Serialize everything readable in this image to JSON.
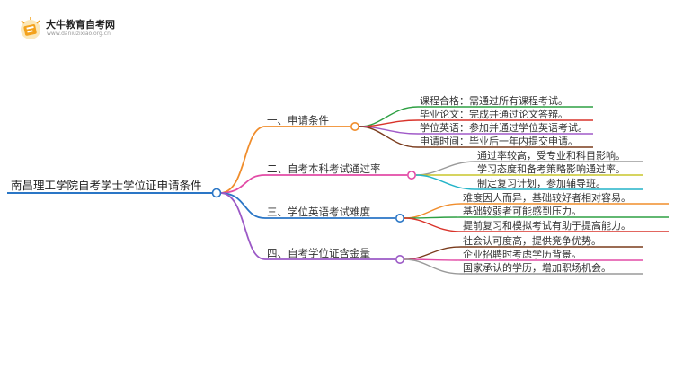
{
  "logo": {
    "title": "大牛教育自考网",
    "url": "www.daniuzixiao.org.cn"
  },
  "root": {
    "label": "南昌理工学院自考学士学位证申请条件"
  },
  "branches": [
    {
      "label": "一、申请条件",
      "color": "#f08d2c",
      "children": [
        {
          "text": "课程合格：需通过所有课程考试。",
          "color": "#2ea043"
        },
        {
          "text": "毕业论文：完成并通过论文答辩。",
          "color": "#d9342b"
        },
        {
          "text": "学位英语：参加并通过学位英语考试。",
          "color": "#a05ac8"
        },
        {
          "text": "申请时间：毕业后一年内提交申请。",
          "color": "#7a3b1c"
        }
      ]
    },
    {
      "label": "二、自考本科考试通过率",
      "color": "#e24ba6",
      "children": [
        {
          "text": "通过率较高，受专业和科目影响。",
          "color": "#9a9a9a"
        },
        {
          "text": "学习态度和备考策略影响通过率。",
          "color": "#c8c62c"
        },
        {
          "text": "制定复习计划，参加辅导班。",
          "color": "#24b4c8"
        }
      ]
    },
    {
      "label": "三、学位英语考试难度",
      "color": "#2a76c6",
      "children": [
        {
          "text": "难度因人而异，基础较好者相对容易。",
          "color": "#f08d2c"
        },
        {
          "text": "基础较弱者可能感到压力。",
          "color": "#2ea043"
        },
        {
          "text": "提前复习和模拟考试有助于提高能力。",
          "color": "#d9342b"
        }
      ]
    },
    {
      "label": "四、自考学位证含金量",
      "color": "#9b59c6",
      "children": [
        {
          "text": "社会认可度高，提供竞争优势。",
          "color": "#7a3b1c"
        },
        {
          "text": "企业招聘时考虑学历背景。",
          "color": "#e24ba6"
        },
        {
          "text": "国家承认的学历，增加职场机会。",
          "color": "#9a9a9a"
        }
      ]
    }
  ]
}
